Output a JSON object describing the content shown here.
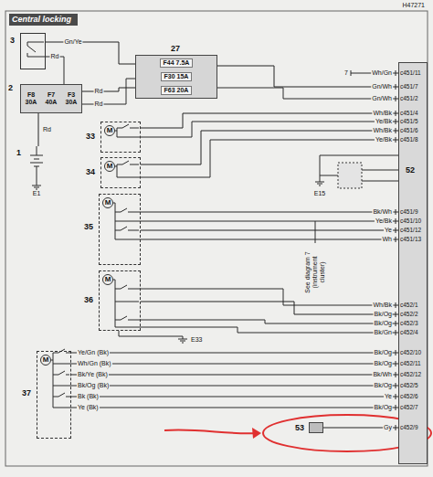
{
  "diagram": {
    "title": "Central locking",
    "nodes": [
      {
        "text": [
          "3"
        ]
      },
      {
        "text": [
          "2",
          "F8 30A",
          "F7 40A",
          "F3 30A"
        ]
      },
      {
        "text": [
          "1"
        ]
      },
      {
        "text": [
          "27",
          "F44 7.5A",
          "F30 15A",
          "F63 20A"
        ]
      },
      {
        "text": [
          "33",
          "M"
        ]
      },
      {
        "text": [
          "34",
          "M"
        ]
      },
      {
        "text": [
          "35",
          "M"
        ]
      },
      {
        "text": [
          "36",
          "M"
        ]
      },
      {
        "text": [
          "37",
          "M"
        ]
      },
      {
        "text": [
          "52"
        ]
      },
      {
        "text": [
          "53"
        ]
      }
    ],
    "edges": [
      {
        "from": 0,
        "to": 3,
        "arrow": "none"
      },
      {
        "from": 1,
        "to": 3,
        "arrow": "none"
      },
      {
        "from": 2,
        "to": 1,
        "arrow": "none"
      },
      {
        "from": 3,
        "to": 9,
        "arrow": "none"
      },
      {
        "from": 4,
        "to": 9,
        "arrow": "none"
      },
      {
        "from": 5,
        "to": 9,
        "arrow": "none"
      },
      {
        "from": 6,
        "to": 9,
        "arrow": "none"
      },
      {
        "from": 7,
        "to": 9,
        "arrow": "none"
      },
      {
        "from": 8,
        "to": 9,
        "arrow": "none"
      },
      {
        "from": 10,
        "to": 9,
        "arrow": "none"
      }
    ],
    "labels": [
      "Wh/Gn",
      "c451/11",
      "Gn/Wh",
      "c451/7",
      "Gn/Wh",
      "c451/2",
      "Wh/Bk",
      "c451/4",
      "Ye/Bk",
      "c451/5",
      "Wh/Bk",
      "c451/6",
      "Ye/Bk",
      "c451/8",
      "Bk/Wh",
      "c451/9",
      "Ye/Bk",
      "c451/10",
      "Ye",
      "c451/12",
      "Wh",
      "c451/13",
      "Wh/Bk",
      "c452/1",
      "Bk/Og",
      "c452/2",
      "Bk/Og",
      "c452/3",
      "Bk/Gn",
      "c452/4",
      "Bk/Og",
      "c452/10",
      "Bk/Og",
      "c452/11",
      "Bk/Wh",
      "c452/12",
      "Bk/Og",
      "c452/5",
      "Ye",
      "c452/6",
      "Bk/Og",
      "c452/7",
      "Gy",
      "c452/9",
      "7",
      "H47271",
      "E1",
      "E15",
      "E33",
      "See diagram 7 (instrument cluster)",
      "Gn/Ye",
      "Rd",
      "Rd",
      "Rd",
      "Rd",
      "Ye/Gn (Bk)",
      "Wh/Gn (Bk)",
      "Bk/Ye (Bk)",
      "Bk/Og (Bk)",
      "Bk (Bk)",
      "Ye (Bk)"
    ]
  }
}
